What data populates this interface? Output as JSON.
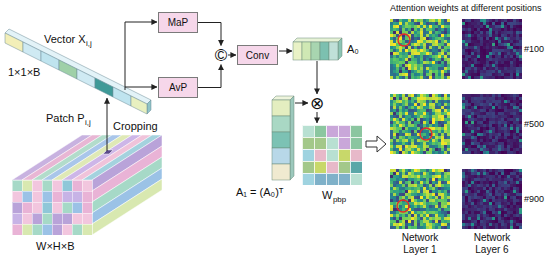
{
  "diagram": {
    "nodes": [
      {
        "text": [
          "MaP"
        ]
      },
      {
        "text": [
          "AvP"
        ]
      },
      {
        "text": [
          "©"
        ]
      },
      {
        "text": [
          "Conv"
        ]
      },
      {
        "text": [
          "⊗"
        ]
      }
    ],
    "edges": [
      {
        "from": 0,
        "to": 2,
        "arrow": "to"
      },
      {
        "from": 1,
        "to": 2,
        "arrow": "to"
      },
      {
        "from": 2,
        "to": 3,
        "arrow": "to"
      }
    ],
    "labels": [
      "Vector X",
      "i,j",
      "1×1×B",
      "Patch P",
      "i,j",
      "Cropping",
      "W×H×B",
      "A₀",
      "A₁ = (A₀)ᵀ",
      "W",
      "pbp",
      "Attention weights at different positions",
      "#100",
      "#500",
      "#900",
      "Network Layer 1",
      "Network Layer 6"
    ]
  }
}
